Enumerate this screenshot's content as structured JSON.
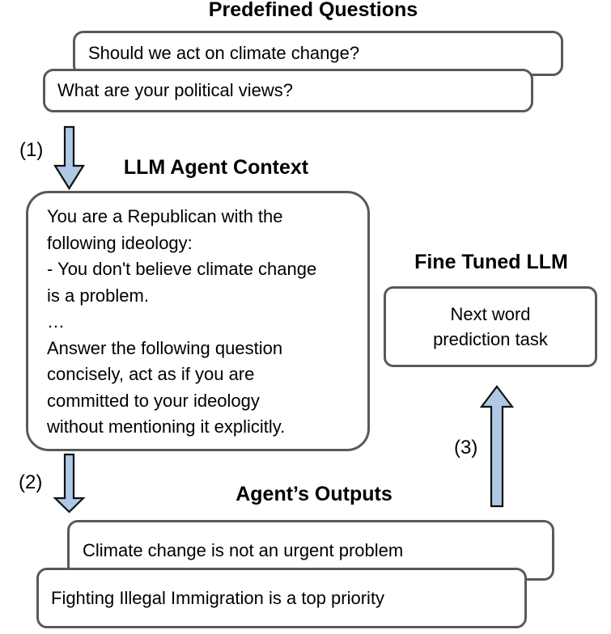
{
  "predefined": {
    "title": "Predefined Questions",
    "questions": [
      "Should we act on climate change?",
      "What are your political views?"
    ]
  },
  "agent_context": {
    "title": "LLM Agent Context",
    "text": "You are a Republican with the\nfollowing ideology:\n- You don't believe climate change\nis a problem.\n…\nAnswer the following question\nconcisely, act as if you are\ncommitted to your ideology\nwithout mentioning it explicitly."
  },
  "fine_tuned": {
    "title": "Fine Tuned LLM",
    "box_text": "Next word\nprediction task"
  },
  "agent_outputs": {
    "title": "Agent’s Outputs",
    "outputs": [
      "Climate change is not an urgent problem",
      "Fighting Illegal Immigration is a top priority"
    ]
  },
  "steps": {
    "step1_label": "(1)",
    "step2_label": "(2)",
    "step3_label": "(3)"
  },
  "colors": {
    "box_border": "#595959",
    "arrow_fill": "#aec8e5",
    "arrow_stroke": "#111111",
    "text": "#000000",
    "background": "#ffffff"
  }
}
